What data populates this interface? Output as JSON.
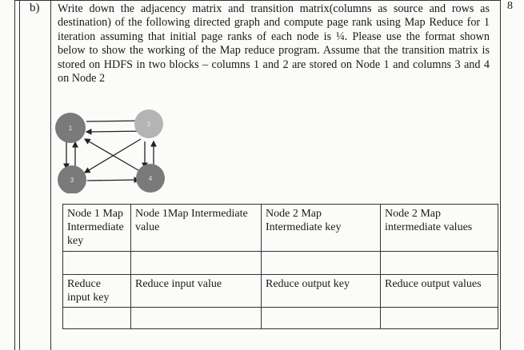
{
  "question": {
    "label": "b)",
    "marks": "8",
    "text": "Write down the adjacency matrix and transition matrix(columns as source and rows as destination) of the following directed graph and compute page rank using Map Reduce for 1 iteration assuming that initial page ranks of each node is ¼.  Please use the format shown below to show the working of the Map reduce program. Assume that the transition matrix is stored on HDFS in two blocks – columns 1 and 2 are stored on Node 1 and columns 3 and 4 on Node 2"
  },
  "graph": {
    "nodes": [
      {
        "id": "1",
        "label": "1",
        "color": "#7a7a7a"
      },
      {
        "id": "2",
        "label": "2",
        "color": "#b4b4b4"
      },
      {
        "id": "3",
        "label": "3",
        "color": "#7a7a7a"
      },
      {
        "id": "4",
        "label": "4",
        "color": "#7a7a7a"
      }
    ],
    "edges": [
      [
        "1",
        "2"
      ],
      [
        "2",
        "1"
      ],
      [
        "1",
        "3"
      ],
      [
        "3",
        "1"
      ],
      [
        "2",
        "4"
      ],
      [
        "4",
        "2"
      ],
      [
        "2",
        "3"
      ],
      [
        "4",
        "1"
      ],
      [
        "3",
        "4"
      ]
    ]
  },
  "table": {
    "map_headers": [
      "Node 1 Map Intermediate key",
      "Node 1Map Intermediate value",
      "Node 2 Map Intermediate key",
      "Node 2 Map intermediate values"
    ],
    "reduce_headers": [
      "Reduce input key",
      "Reduce input value",
      "Reduce output key",
      "Reduce output values"
    ]
  }
}
